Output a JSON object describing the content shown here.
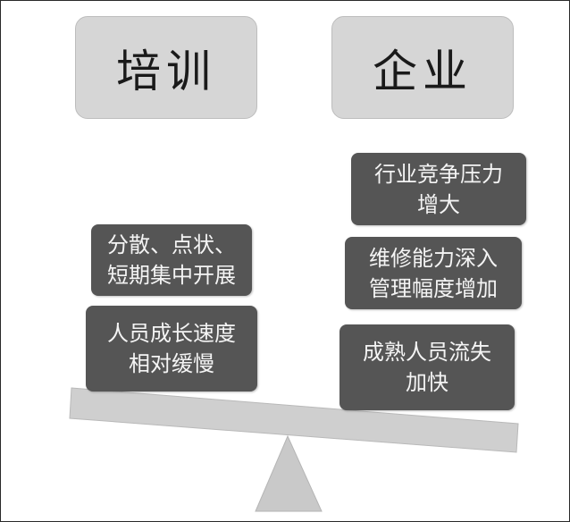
{
  "headers": {
    "left": "培训",
    "right": "企业"
  },
  "left_cards": [
    {
      "line1": "分散、点状、",
      "line2": "短期集中开展"
    },
    {
      "line1": "人员成长速度",
      "line2": "相对缓慢"
    }
  ],
  "right_cards": [
    {
      "line1": "行业竞争压力",
      "line2": "增大"
    },
    {
      "line1": "维修能力深入",
      "line2": "管理幅度增加"
    },
    {
      "line1": "成熟人员流失",
      "line2": "加快"
    }
  ],
  "colors": {
    "header_fill": "#d6d6d6",
    "card_fill": "#555555",
    "beam_fill": "#cfcfcf",
    "fulcrum_fill": "#c9c9c9"
  }
}
